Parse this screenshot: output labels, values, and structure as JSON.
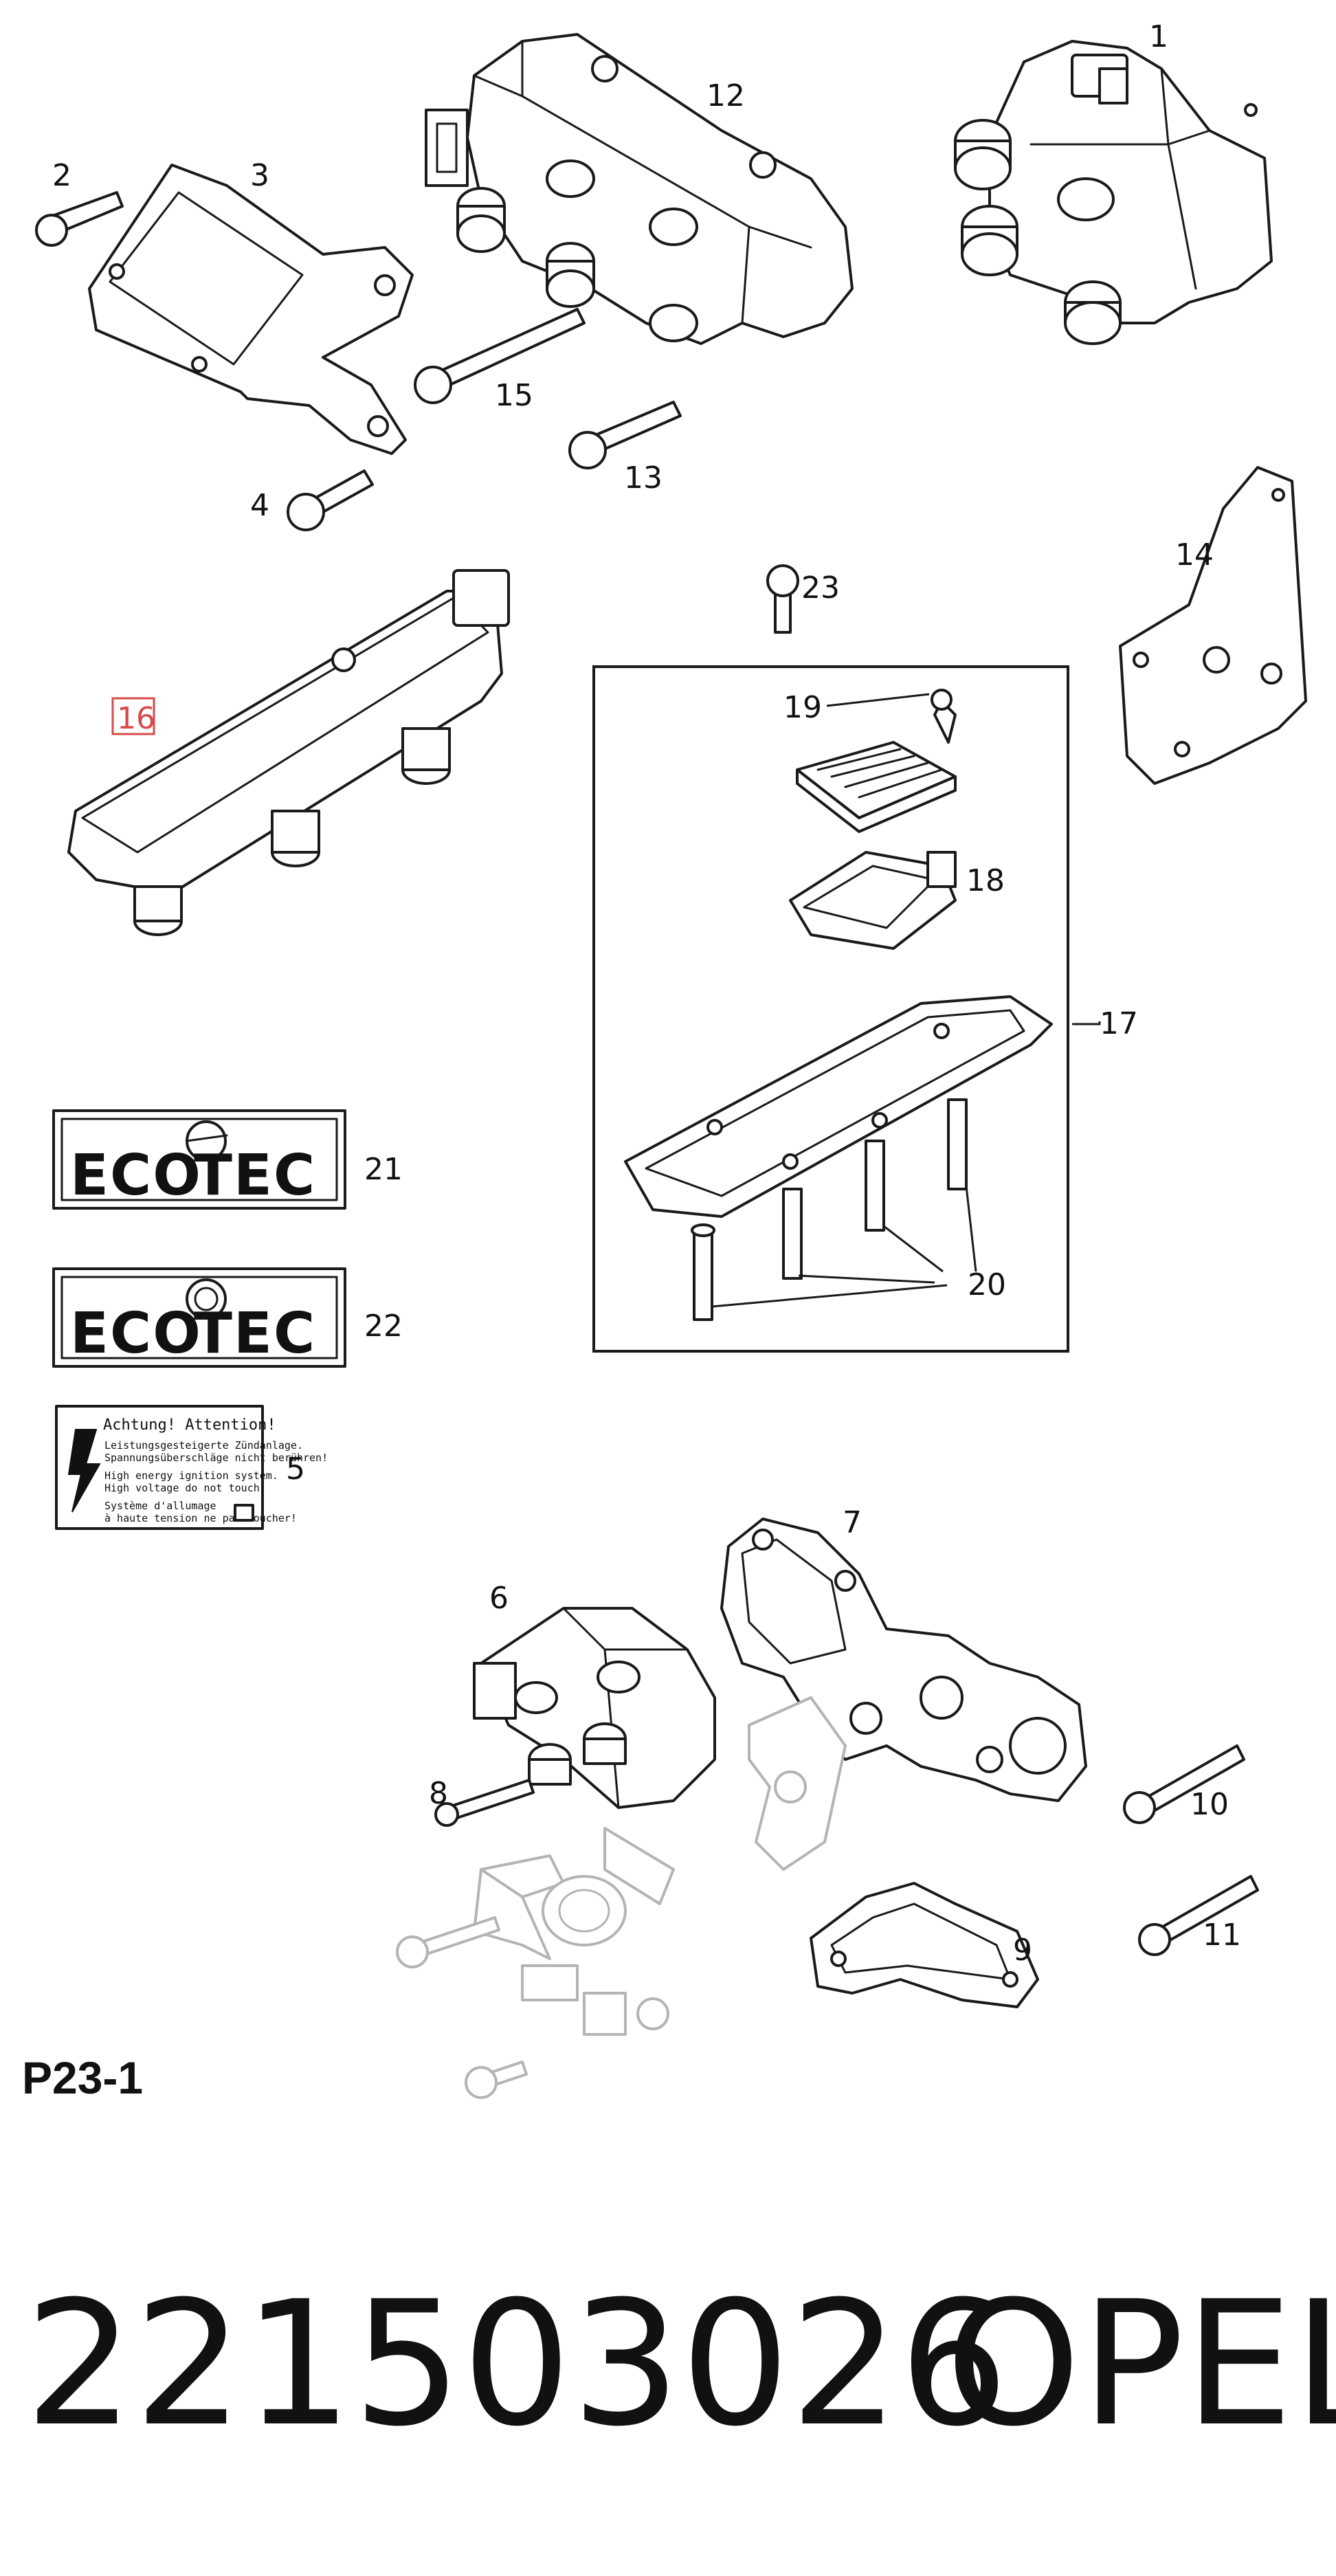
{
  "callouts": {
    "c1": "1",
    "c2": "2",
    "c3": "3",
    "c4": "4",
    "c5": "5",
    "c6": "6",
    "c7": "7",
    "c8": "8",
    "c9": "9",
    "c10": "10",
    "c11": "11",
    "c12": "12",
    "c13": "13",
    "c14": "14",
    "c15": "15",
    "c16": "16",
    "c17": "17",
    "c18": "18",
    "c19": "19",
    "c20": "20",
    "c21": "21",
    "c22": "22",
    "c23": "23"
  },
  "highlight_color": "#d84a4a",
  "decals": {
    "eco_left": "ECO",
    "eco_right": "TEC",
    "eco_right_2": "TEC",
    "eco_left_2": "ECO"
  },
  "warning_label": {
    "title": "Achtung! Attention!",
    "lines": [
      "Leistungsgesteigerte Zündanlage.",
      "Spannungsüberschläge nicht berühren!",
      "High energy ignition system.",
      "High voltage do not touch!",
      "Système d'allumage",
      "à haute tension ne pas toucher!"
    ]
  },
  "page_code": "P23-1",
  "footer": {
    "part_number": "221503026",
    "brand": "OPEL"
  }
}
